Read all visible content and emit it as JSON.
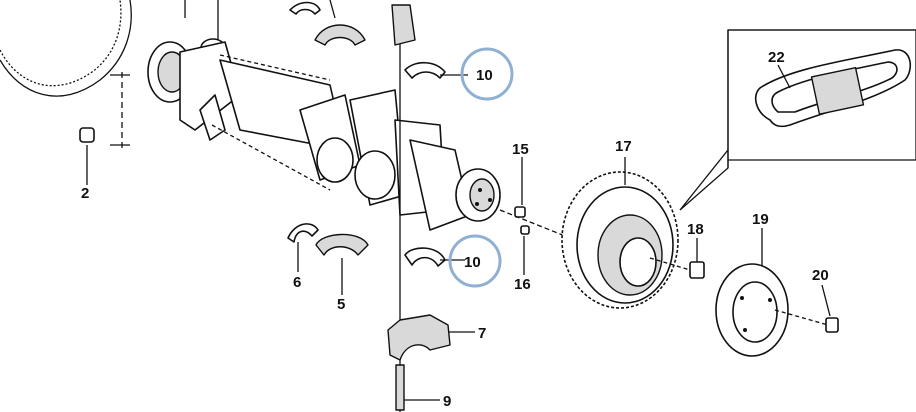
{
  "labels": {
    "l2": "2",
    "l5": "5",
    "l6": "6",
    "l7": "7",
    "l9": "9",
    "l10a": "10",
    "l10b": "10",
    "l15": "15",
    "l16": "16",
    "l17": "17",
    "l18": "18",
    "l19": "19",
    "l20": "20",
    "l22": "22"
  },
  "colors": {
    "highlight": "#8fb0d3",
    "line": "#111111",
    "shade": "#d9d9d9"
  }
}
